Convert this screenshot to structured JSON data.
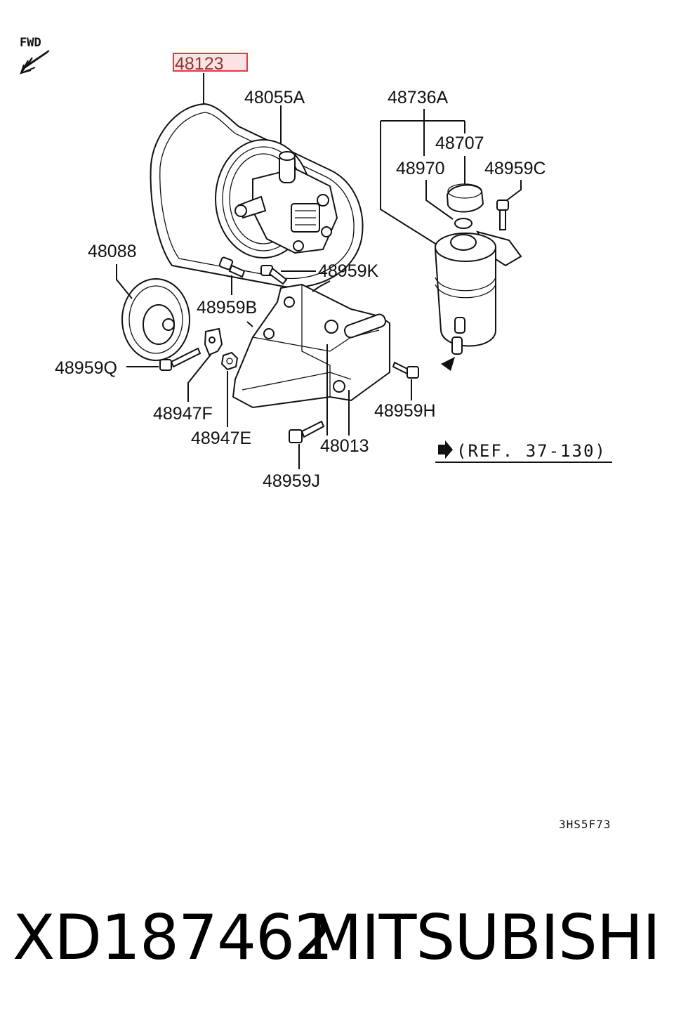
{
  "diagram": {
    "fwd_label": "FWD",
    "code": "3HS5F73",
    "reference": "(REF. 37-130)",
    "highlighted_part": "48123",
    "highlight_color": "#e03c3c",
    "parts": {
      "p48123": "48123",
      "p48055A": "48055A",
      "p48736A": "48736A",
      "p48707": "48707",
      "p48970": "48970",
      "p48959C": "48959C",
      "p48088": "48088",
      "p48959K": "48959K",
      "p48959B": "48959B",
      "p48959Q": "48959Q",
      "p48947F": "48947F",
      "p48947E": "48947E",
      "p48013": "48013",
      "p48959H": "48959H",
      "p48959J": "48959J"
    }
  },
  "footer": {
    "part_number": "XD187462",
    "brand": "MITSUBISHI"
  }
}
